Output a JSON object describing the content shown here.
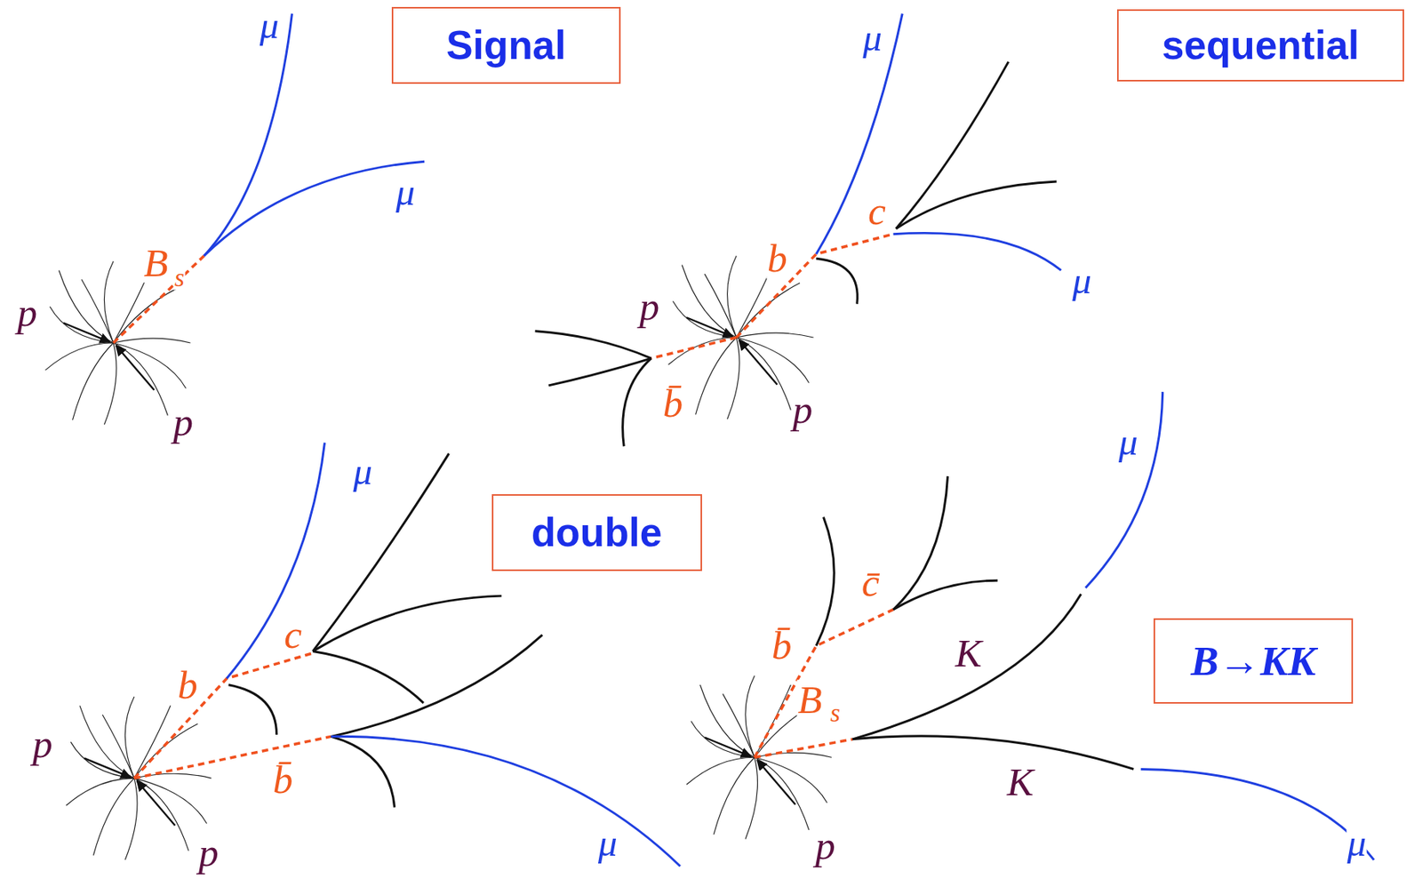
{
  "diagram": {
    "nodes": [
      {
        "text": [
          "Signal"
        ]
      },
      {
        "text": [
          "sequential"
        ]
      },
      {
        "text": [
          "double"
        ]
      },
      {
        "text": [
          "B→KK"
        ]
      }
    ],
    "labels": [
      "μ",
      "μ",
      "B",
      "s",
      "p",
      "p",
      "μ",
      "c",
      "μ",
      "b",
      "p",
      "b̄",
      "p",
      "μ",
      "c",
      "b",
      "p",
      "b̄",
      "p",
      "μ",
      "μ",
      "c̄",
      "b̄",
      "K",
      "B",
      "s",
      "K",
      "p",
      "μ"
    ]
  }
}
